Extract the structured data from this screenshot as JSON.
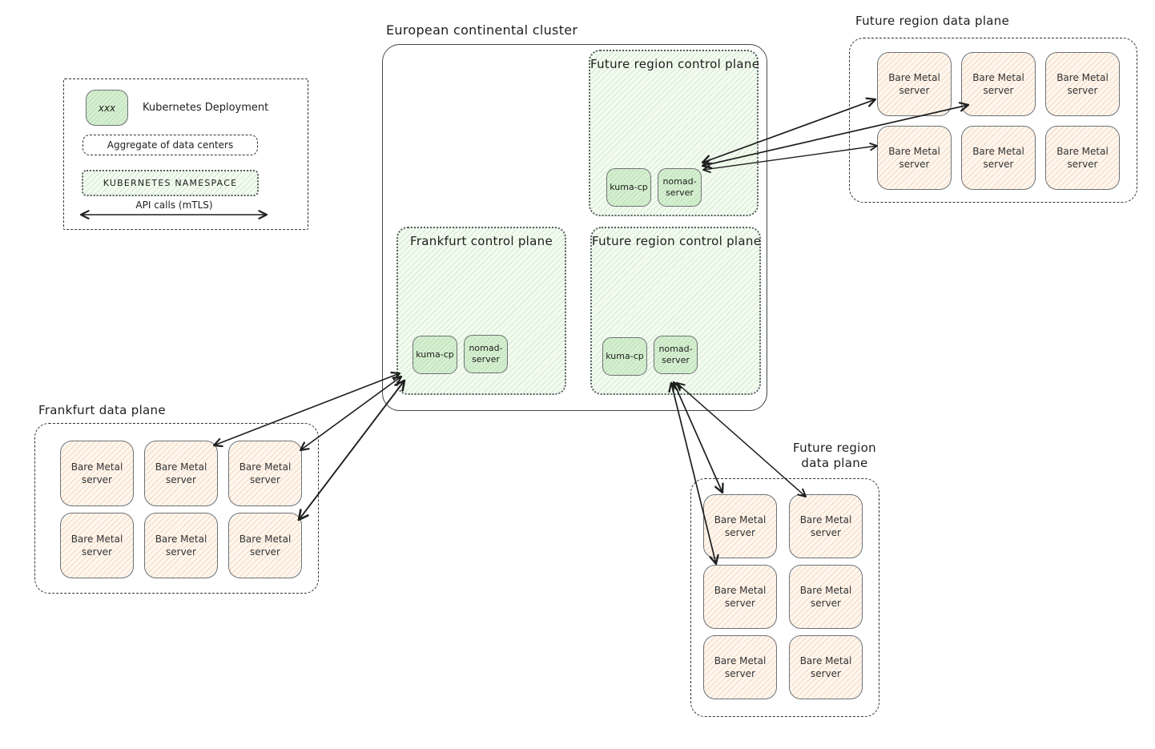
{
  "legend": {
    "deployment_sample": "xxx",
    "deployment_label": "Kubernetes Deployment",
    "aggregate_label": "Aggregate of data centers",
    "namespace_label": "KUBERNETES NAMESPACE",
    "api_label": "API calls (mTLS)"
  },
  "cluster": {
    "title": "European continental cluster",
    "control_planes": [
      {
        "title": "Future region control plane",
        "deployments": [
          "kuma-cp",
          "nomad-server"
        ]
      },
      {
        "title": "Frankfurt control plane",
        "deployments": [
          "kuma-cp",
          "nomad-server"
        ]
      },
      {
        "title": "Future region control plane",
        "deployments": [
          "kuma-cp",
          "nomad-server"
        ]
      }
    ]
  },
  "data_planes": [
    {
      "title": "Future region data plane",
      "servers": [
        "Bare Metal server",
        "Bare Metal server",
        "Bare Metal server",
        "Bare Metal server",
        "Bare Metal server",
        "Bare Metal server"
      ]
    },
    {
      "title": "Frankfurt data plane",
      "servers": [
        "Bare Metal server",
        "Bare Metal server",
        "Bare Metal server",
        "Bare Metal server",
        "Bare Metal server",
        "Bare Metal server"
      ]
    },
    {
      "title": "Future region data plane",
      "servers": [
        "Bare Metal server",
        "Bare Metal server",
        "Bare Metal server",
        "Bare Metal server",
        "Bare Metal server",
        "Bare Metal server"
      ]
    }
  ],
  "connections": [
    {
      "from": "Future region control plane (top) / nomad-server",
      "to": "Future region data plane (top right)",
      "arrows": 3,
      "style": "double-headed"
    },
    {
      "from": "Frankfurt control plane",
      "to": "Frankfurt data plane",
      "arrows": 3,
      "style": "double-headed"
    },
    {
      "from": "Future region control plane (bottom) / nomad-server",
      "to": "Future region data plane (bottom right)",
      "arrows": 3,
      "style": "double-headed"
    }
  ],
  "colors": {
    "deployment_fill": "#d6efd1",
    "namespace_fill": "#f4fbf1",
    "server_fill": "#fdf7f0",
    "hatch_green": "#82c882",
    "hatch_orange": "#eb8c3c",
    "line": "#1e1e1e"
  }
}
